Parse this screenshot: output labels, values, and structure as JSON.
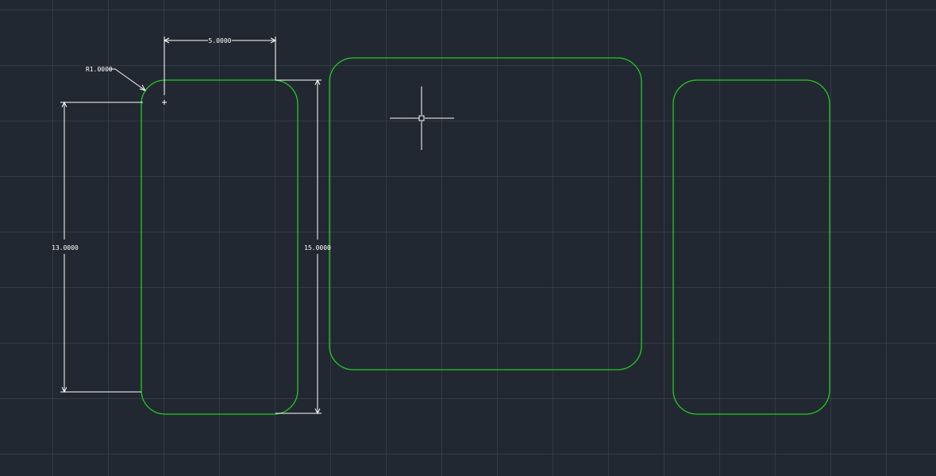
{
  "canvas": {
    "background_color": "#222831",
    "grid_color": "#46505f",
    "shape_color": "#22cc22",
    "dimension_color": "#ffffff"
  },
  "dimensions": {
    "radius_label": "R1.0000",
    "top_width_label": "5.0000",
    "left_height_label": "13.0000",
    "right_height_label": "15.0000"
  },
  "shapes": {
    "count": 3,
    "type": "rounded-rectangle"
  },
  "cursor": {
    "type": "crosshair"
  }
}
